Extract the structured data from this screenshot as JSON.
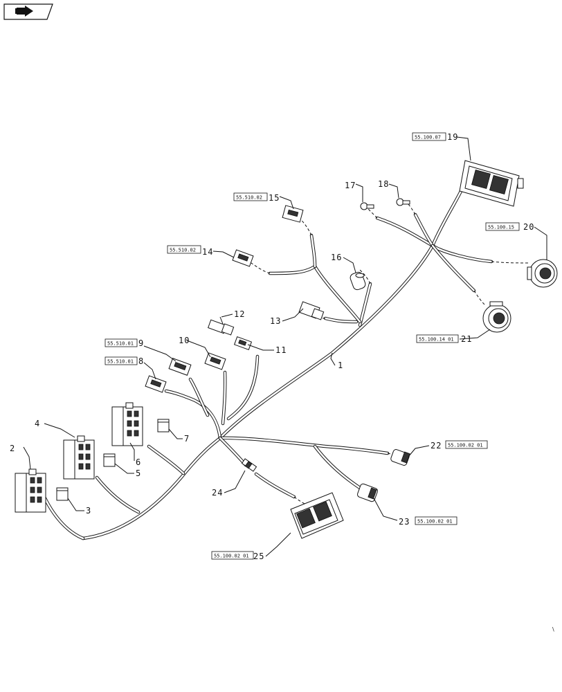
{
  "nav_icon": "back-arrow-icon",
  "callouts": {
    "c1": "1",
    "c2": "2",
    "c3": "3",
    "c4": "4",
    "c5": "5",
    "c6": "6",
    "c7": "7",
    "c8": "8",
    "c9": "9",
    "c10": "10",
    "c11": "11",
    "c12": "12",
    "c13": "13",
    "c14": "14",
    "c15": "15",
    "c16": "16",
    "c17": "17",
    "c18": "18",
    "c19": "19",
    "c20": "20",
    "c21": "21",
    "c22": "22",
    "c23": "23",
    "c24": "24",
    "c25": "25"
  },
  "refs": {
    "r8": "55.510.01",
    "r9": "55.510.01",
    "r14": "55.510.02",
    "r15": "55.510.02",
    "r19": "55.100.07",
    "r20": "55.100.15",
    "r21": "55.100.14 01",
    "r22": "55.100.02 01",
    "r23": "55.100.02 01",
    "r25": "55.100.02 01"
  }
}
